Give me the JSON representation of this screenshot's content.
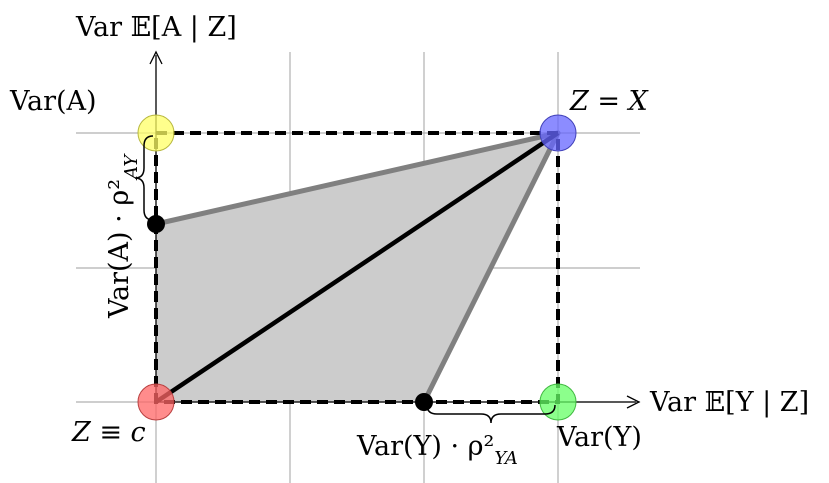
{
  "labels": {
    "y_axis": "Var 𝔼[A | Z]",
    "x_axis": "Var 𝔼[Y | Z]",
    "var_a": "Var(A)",
    "var_y": "Var(Y)",
    "z_eq_x": "Z = X",
    "z_const": "Z ≡ c",
    "left_brace_label": "Var(A) · ρ²",
    "left_brace_sub": "AY",
    "bottom_brace_label": "Var(Y) · ρ²",
    "bottom_brace_sub": "YA"
  },
  "colors": {
    "yellow_point": "#ffff66",
    "blue_point": "#6666ff",
    "red_point": "#ff6666",
    "green_point": "#66ff66",
    "shaded_region": "#cccccc",
    "grid": "#b0b0b0"
  }
}
